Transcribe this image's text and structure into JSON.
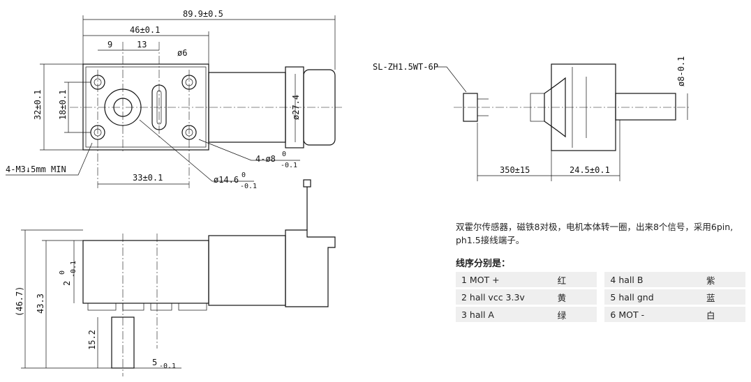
{
  "dimensions": {
    "overall_length": "89.9±0.5",
    "gearbox_length": "46±0.1",
    "d9": "9",
    "d13": "13",
    "slot_dia": "ø6",
    "width": "32±0.1",
    "hole_spacing_v": "18±0.1",
    "motor_dia": "ø27.4",
    "shaft_hole_spacing": "33±0.1",
    "boss_dia": "ø14.6",
    "boss_tol_upper": "0",
    "boss_tol_lower": "-0.1",
    "mount_holes": "4-ø8",
    "mount_tol_upper": "0",
    "mount_tol_lower": "-0.1",
    "screw_spec": "4-M3↓5mm MIN",
    "connector": "SL-ZH1.5WT-6P",
    "shaft_dia_tol": "ø8-0.1",
    "cable_length": "350±15",
    "shaft_length": "24.5±0.1",
    "height_total": "(46.7)",
    "height_body": "43.3",
    "flange": "2",
    "flange_tol_upper": "0",
    "flange_tol_lower": "-0.1",
    "shaft_out": "15.2",
    "shaft_flat": "5",
    "shaft_flat_tol": "-0.1"
  },
  "description": "双霍尔传感器，磁铁8对极，电机本体转一圈，出来8个信号，采用6pin, ph1.5接线端子。",
  "wiring_heading": "线序分别是：",
  "wiring": [
    {
      "desc": "1  MOT +",
      "color": "红"
    },
    {
      "desc": "2  hall vcc 3.3v",
      "color": "黄"
    },
    {
      "desc": "3  hall A",
      "color": "绿"
    },
    {
      "desc": "4  hall B",
      "color": "紫"
    },
    {
      "desc": "5  hall gnd",
      "color": "蓝"
    },
    {
      "desc": "6  MOT -",
      "color": "白"
    }
  ]
}
